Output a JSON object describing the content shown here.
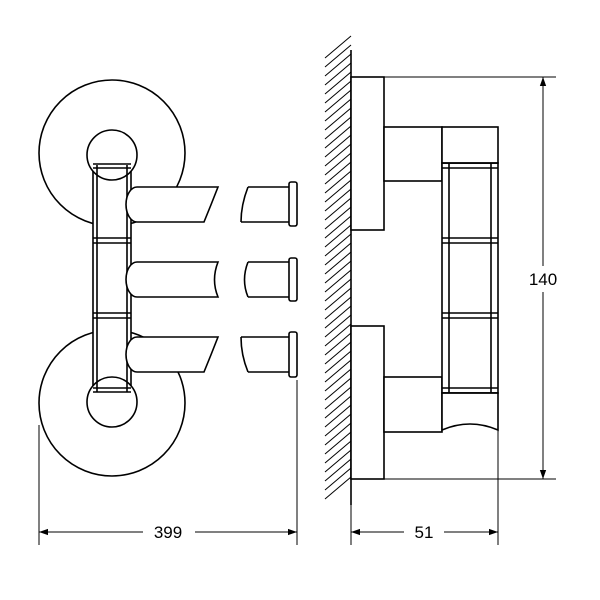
{
  "dimensions": {
    "width": "399",
    "depth": "51",
    "height": "140"
  },
  "colors": {
    "line": "#000000",
    "background": "#ffffff"
  }
}
